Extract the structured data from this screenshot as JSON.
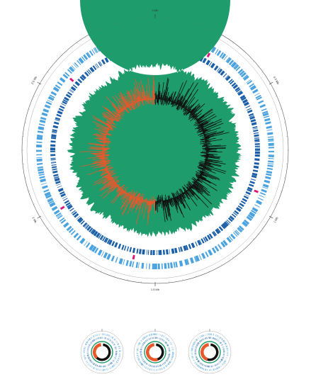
{
  "main_map": {
    "tick_labels": [
      "0 Mb",
      "0.5 Mb",
      "1 Mb",
      "1.5 Mb",
      "2 Mb",
      "2.5 Mb"
    ],
    "tick_fractions": [
      0,
      0.1667,
      0.3333,
      0.5,
      0.6667,
      0.8333
    ]
  },
  "colors": {
    "outer_ring_line": "#555555",
    "cds_forward": "#4aa3df",
    "cds_reverse": "#1a5fa8",
    "rna_marker": "#e0157a",
    "gc_content": "#1e9c6c",
    "gc_skew_positive": "#111111",
    "gc_skew_negative": "#e8582b"
  },
  "plasmid_maps": [
    {
      "tick_label": ""
    },
    {
      "tick_label": ""
    },
    {
      "tick_label": ""
    }
  ]
}
